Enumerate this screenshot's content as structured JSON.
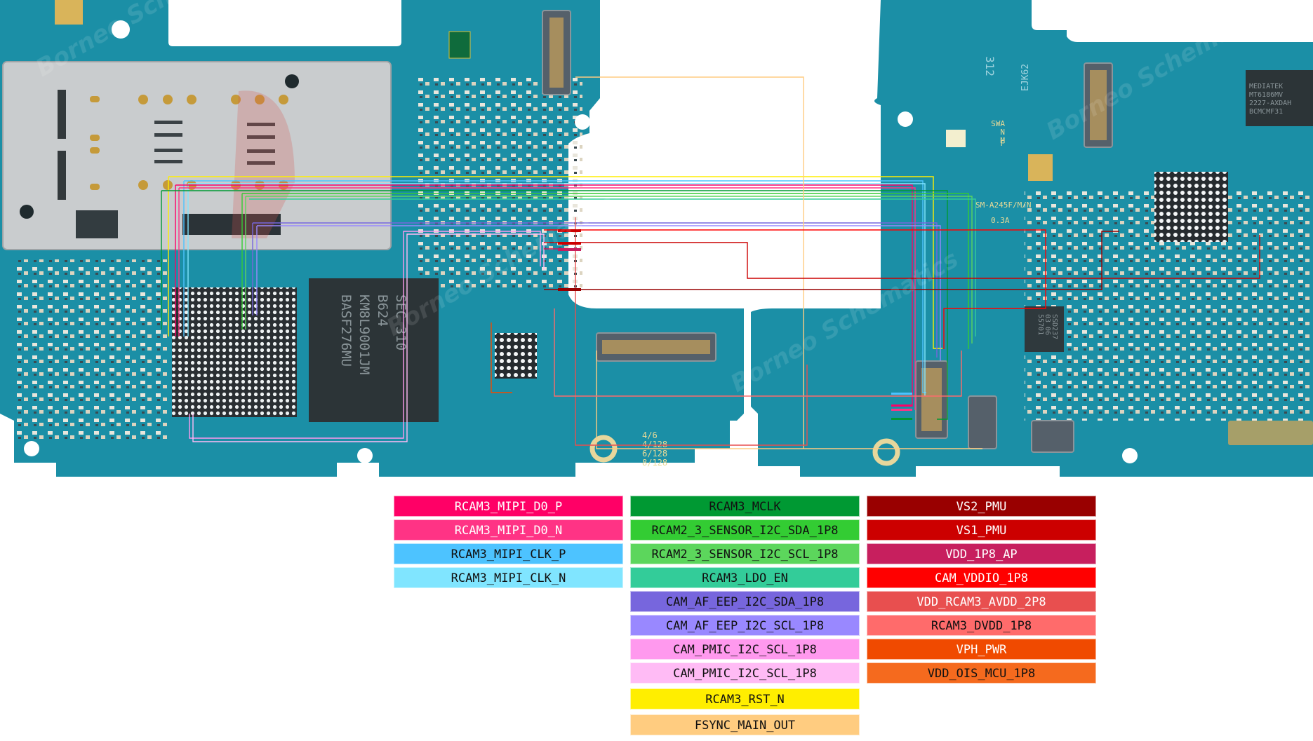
{
  "diagram": {
    "title": "SM-A245F rear camera 3 circuit trace overlay",
    "board_silkscreen": {
      "model": "SM-A245F/M/N",
      "current": "0.3A",
      "code_312": "312",
      "code_ejk": "EJK62",
      "swa_labels": [
        "F",
        "SWA",
        "N",
        "M"
      ],
      "config_labels": [
        "4/6",
        "4/128",
        "6/128",
        "8/128"
      ]
    },
    "chips": {
      "memory": [
        "SEC 310",
        "B624",
        "KM8L9001JM",
        "BASF276MU"
      ],
      "mediatek": [
        "MEDIATEK",
        "MT6186MV",
        "2227-AXDAH",
        "BCMCMF31"
      ],
      "pmic": [
        "55701",
        "03 06",
        "SSD237"
      ]
    },
    "watermark": "Borneo Schematics"
  },
  "legend": {
    "column1": [
      {
        "label": "RCAM3_MIPI_D0_P",
        "color": "#ff0066",
        "text_color": "#ffffff"
      },
      {
        "label": "RCAM3_MIPI_D0_N",
        "color": "#ff3385",
        "text_color": "#ffffff"
      },
      {
        "label": "RCAM3_MIPI_CLK_P",
        "color": "#4dc3ff",
        "text_color": "#111111"
      },
      {
        "label": "RCAM3_MIPI_CLK_N",
        "color": "#80e5ff",
        "text_color": "#111111"
      }
    ],
    "column2": [
      {
        "label": "RCAM3_MCLK",
        "color": "#009933",
        "text_color": "#111111"
      },
      {
        "label": "RCAM2_3_SENSOR_I2C_SDA_1P8",
        "color": "#33cc33",
        "text_color": "#111111"
      },
      {
        "label": "RCAM2_3_SENSOR_I2C_SCL_1P8",
        "color": "#5cd65c",
        "text_color": "#111111"
      },
      {
        "label": "RCAM3_LDO_EN",
        "color": "#33cc99",
        "text_color": "#111111"
      },
      {
        "label": "CAM_AF_EEP_I2C_SDA_1P8",
        "color": "#7766dd",
        "text_color": "#111111"
      },
      {
        "label": "CAM_AF_EEP_I2C_SCL_1P8",
        "color": "#9988ff",
        "text_color": "#111111"
      },
      {
        "label": "CAM_PMIC_I2C_SCL_1P8",
        "color": "#ff99ee",
        "text_color": "#111111"
      },
      {
        "label": "CAM_PMIC_I2C_SCL_1P8",
        "color": "#ffbbf5",
        "text_color": "#111111"
      },
      {
        "label": "RCAM3_RST_N",
        "color": "#ffee00",
        "text_color": "#111111"
      },
      {
        "label": "FSYNC_MAIN_OUT",
        "color": "#ffcc80",
        "text_color": "#111111"
      }
    ],
    "column3": [
      {
        "label": "VS2_PMU",
        "color": "#990000",
        "text_color": "#ffffff"
      },
      {
        "label": "VS1_PMU",
        "color": "#cc0000",
        "text_color": "#ffffff"
      },
      {
        "label": "VDD_1P8_AP",
        "color": "#c71f5e",
        "text_color": "#ffffff"
      },
      {
        "label": "CAM_VDDIO_1P8",
        "color": "#ff0000",
        "text_color": "#ffffff"
      },
      {
        "label": "VDD_RCAM3_AVDD_2P8",
        "color": "#e84f4f",
        "text_color": "#ffffff"
      },
      {
        "label": "RCAM3_DVDD_1P8",
        "color": "#ff6b6b",
        "text_color": "#111111"
      },
      {
        "label": "VPH_PWR",
        "color": "#f04a00",
        "text_color": "#ffffff"
      },
      {
        "label": "VDD_OIS_MCU_1P8",
        "color": "#f56a1e",
        "text_color": "#111111"
      }
    ]
  },
  "colors": {
    "pcb": "#1b8fa6",
    "pcb_dark": "#136f84",
    "shield": "#c9ccce",
    "chip": "#2a3338",
    "pad": "#e8d9a8"
  }
}
